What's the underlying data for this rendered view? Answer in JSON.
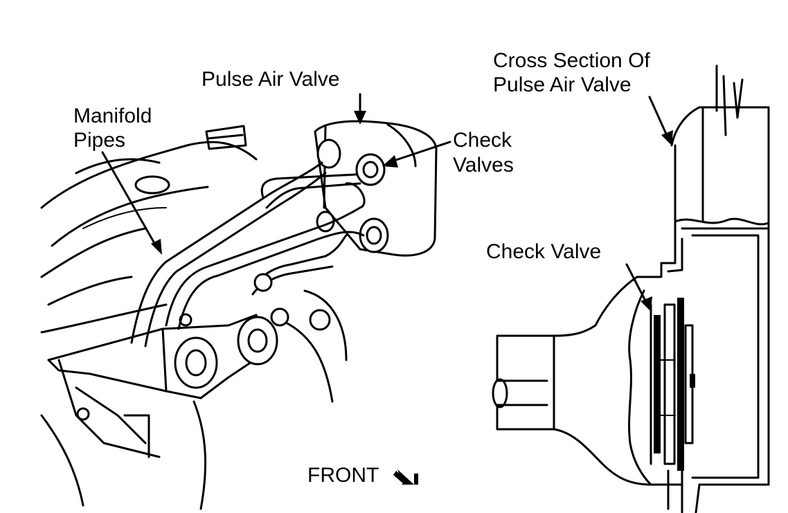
{
  "labels": {
    "pulse_air_valve": "Pulse Air Valve",
    "manifold_pipes_line1": "Manifold",
    "manifold_pipes_line2": "Pipes",
    "check_valves_line1": "Check",
    "check_valves_line2": "Valves",
    "cross_section_line1": "Cross Section Of",
    "cross_section_line2": "Pulse Air Valve",
    "check_valve": "Check Valve",
    "front": "FRONT"
  },
  "colors": {
    "ink": "#000000",
    "paper": "#ffffff"
  }
}
